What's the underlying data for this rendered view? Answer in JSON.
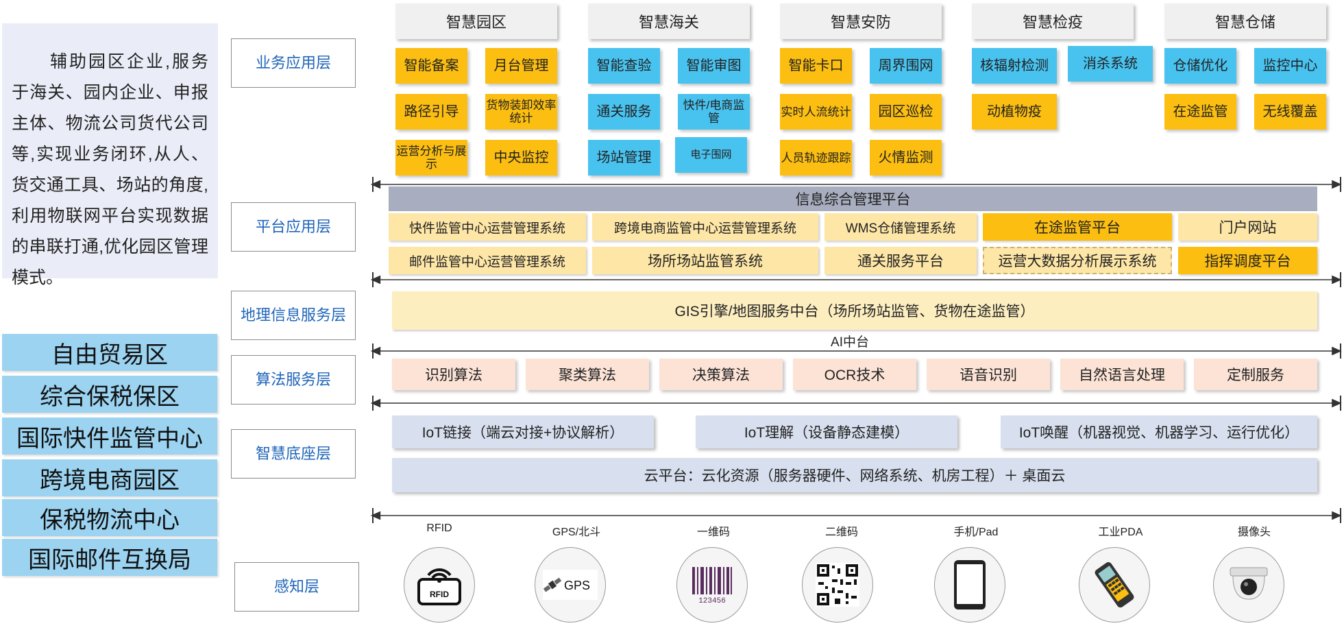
{
  "intro_text": "辅助园区企业,服务于海关、园内企业、申报主体、物流公司货代公司等,实现业务闭环,从人、货交通工具、场站的角度,利用物联网平台实现数据的串联打通,优化园区管理模式。",
  "zones": [
    "自由贸易区",
    "综合保税保区",
    "国际快件监管中心",
    "跨境电商园区",
    "保税物流中心",
    "国际邮件互换局"
  ],
  "layers": {
    "business": "业务应用层",
    "platform": "平台应用层",
    "gis": "地理信息服务层",
    "algorithm": "算法服务层",
    "base": "智慧底座层",
    "sensing": "感知层"
  },
  "categories": [
    "智慧园区",
    "智慧海关",
    "智慧安防",
    "智慧检疫",
    "智慧仓储"
  ],
  "apps": {
    "park": [
      "智能备案",
      "月台管理",
      "路径引导",
      "货物装卸效率统计",
      "运营分析与展示",
      "中央监控"
    ],
    "customs": [
      "智能查验",
      "智能审图",
      "通关服务",
      "快件/电商监管",
      "场站管理",
      "电子围网"
    ],
    "security": [
      "智能卡口",
      "周界围网",
      "实时人流统计",
      "园区巡检",
      "人员轨迹跟踪",
      "火情监测"
    ],
    "quarantine": [
      "核辐射检测",
      "消杀系统",
      "动植物疫"
    ],
    "storage": [
      "仓储优化",
      "监控中心",
      "在途监管",
      "无线覆盖"
    ]
  },
  "platform": {
    "title": "信息综合管理平台",
    "row1": [
      "快件监管中心运营管理系统",
      "跨境电商监管中心运营管理系统",
      "WMS仓储管理系统",
      "在途监管平台",
      "门户网站"
    ],
    "row2": [
      "邮件监管中心运营管理系统",
      "场所场站监管系统",
      "通关服务平台",
      "运营大数据分析展示系统",
      "指挥调度平台"
    ]
  },
  "gis_text": "GIS引擎/地图服务中台（场所场站监管、货物在途监管）",
  "ai_label": "AI中台",
  "algorithms": [
    "识别算法",
    "聚类算法",
    "决策算法",
    "OCR技术",
    "语音识别",
    "自然语言处理",
    "定制服务"
  ],
  "iot": [
    "IoT链接（端云对接+协议解析）",
    "IoT理解（设备静态建模）",
    "IoT唤醒（机器视觉、机器学习、运行优化）"
  ],
  "cloud_text": "云平台：云化资源（服务器硬件、网络系统、机房工程）＋ 桌面云",
  "devices": [
    "RFID",
    "GPS/北斗",
    "一维码",
    "二维码",
    "手机/Pad",
    "工业PDA",
    "摄像头"
  ],
  "icon_text": {
    "rfid": "RFID",
    "gps": "GPS",
    "barcode": "123456"
  }
}
